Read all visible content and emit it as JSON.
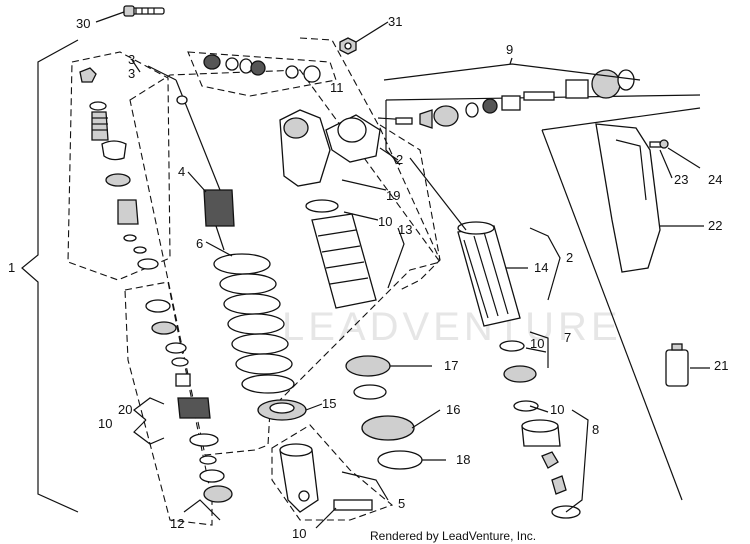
{
  "watermark": "LEADVENTURE",
  "credit": "Rendered by LeadVenture, Inc.",
  "callouts": [
    {
      "id": "c30",
      "text": "30"
    },
    {
      "id": "c31",
      "text": "31"
    },
    {
      "id": "c9",
      "text": "9"
    },
    {
      "id": "c3",
      "text": "3"
    },
    {
      "id": "c3b",
      "text": "3"
    },
    {
      "id": "c11",
      "text": "11"
    },
    {
      "id": "c4",
      "text": "4"
    },
    {
      "id": "c2a",
      "text": "2"
    },
    {
      "id": "c19",
      "text": "19"
    },
    {
      "id": "c10a",
      "text": "10"
    },
    {
      "id": "c13",
      "text": "13"
    },
    {
      "id": "c6",
      "text": "6"
    },
    {
      "id": "c1",
      "text": "1"
    },
    {
      "id": "c2b",
      "text": "2"
    },
    {
      "id": "c14",
      "text": "14"
    },
    {
      "id": "c23",
      "text": "23"
    },
    {
      "id": "c24",
      "text": "24"
    },
    {
      "id": "c22",
      "text": "22"
    },
    {
      "id": "c10b",
      "text": "10"
    },
    {
      "id": "c7",
      "text": "7"
    },
    {
      "id": "c21",
      "text": "21"
    },
    {
      "id": "c17",
      "text": "17"
    },
    {
      "id": "c15",
      "text": "15"
    },
    {
      "id": "c16",
      "text": "16"
    },
    {
      "id": "c20",
      "text": "20"
    },
    {
      "id": "c10c",
      "text": "10"
    },
    {
      "id": "c10d",
      "text": "10"
    },
    {
      "id": "c8",
      "text": "8"
    },
    {
      "id": "c18",
      "text": "18"
    },
    {
      "id": "c12",
      "text": "12"
    },
    {
      "id": "c5",
      "text": "5"
    },
    {
      "id": "c10e",
      "text": "10"
    }
  ]
}
